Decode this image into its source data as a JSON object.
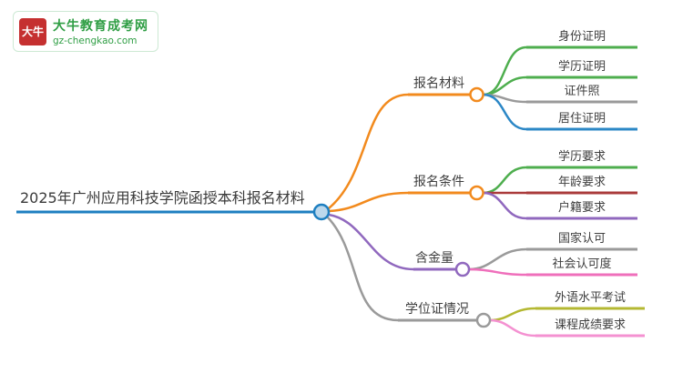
{
  "logo": {
    "icon_text": "大牛",
    "title": "大牛教育成考网",
    "subtitle": "gz-chengkao.com",
    "brand_color": "#2f9e44",
    "icon_color": "#c53030"
  },
  "root": {
    "label": "2025年广州应用科技学院函授本科报名材料",
    "color": "#1e7fc0"
  },
  "branches": [
    {
      "label": "报名材料",
      "color": "#f28a1d",
      "children": [
        {
          "label": "身份证明",
          "color": "#4eae4e"
        },
        {
          "label": "学历证明",
          "color": "#4eae4e"
        },
        {
          "label": "证件照",
          "color": "#9a9a9a"
        },
        {
          "label": "居住证明",
          "color": "#2b87c6"
        }
      ]
    },
    {
      "label": "报名条件",
      "color": "#f28a1d",
      "children": [
        {
          "label": "学历要求",
          "color": "#4eae4e"
        },
        {
          "label": "年龄要求",
          "color": "#aa3b3b"
        },
        {
          "label": "户籍要求",
          "color": "#9068be"
        }
      ]
    },
    {
      "label": "含金量",
      "color": "#9068be",
      "children": [
        {
          "label": "国家认可",
          "color": "#9a9a9a"
        },
        {
          "label": "社会认可度",
          "color": "#ef6fbb"
        }
      ]
    },
    {
      "label": "学位证情况",
      "color": "#9a9a9a",
      "children": [
        {
          "label": "外语水平考试",
          "color": "#b4b832"
        },
        {
          "label": "课程成绩要求",
          "color": "#f491d1"
        }
      ]
    }
  ]
}
